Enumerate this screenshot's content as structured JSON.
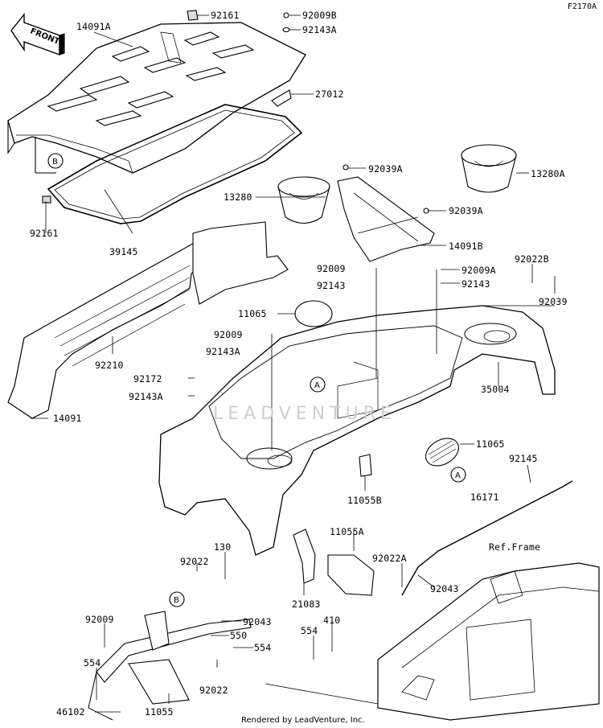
{
  "figure_id": "F2170A",
  "credit": "Rendered by LeadVenture, Inc.",
  "watermark": "LEADVENTURE",
  "front_marker": "FRONT",
  "ref_frame_label": "Ref.Frame",
  "callouts": {
    "a": "A",
    "b": "B"
  },
  "parts": {
    "p14091A": "14091A",
    "p92161_top": "92161",
    "p92009B": "92009B",
    "p92143A_top": "92143A",
    "p27012": "27012",
    "p92161_left": "92161",
    "p39145": "39145",
    "p13280": "13280",
    "p92039A_1": "92039A",
    "p13280A": "13280A",
    "p92039A_2": "92039A",
    "p14091B": "14091B",
    "p92009_mid": "92009",
    "p92009A": "92009A",
    "p92022B": "92022B",
    "p92143_mid": "92143",
    "p92143_right": "92143",
    "p92039": "92039",
    "p11065_top": "11065",
    "p92009_left": "92009",
    "p92143A_left": "92143A",
    "p92210": "92210",
    "p92172": "92172",
    "p92143A_low": "92143A",
    "p35004": "35004",
    "p14091": "14091",
    "p11065_low": "11065",
    "p92145": "92145",
    "p11055B": "11055B",
    "p16171": "16171",
    "p11055A": "11055A",
    "p130": "130",
    "p92022_top": "92022",
    "p92022A": "92022A",
    "p92043_right": "92043",
    "p21083": "21083",
    "p92009_low": "92009",
    "p92043_low": "92043",
    "p550": "550",
    "p554_right": "554",
    "p554_mid": "554",
    "p410": "410",
    "p554_left": "554",
    "p92022_low": "92022",
    "p46102": "46102",
    "p11055": "11055"
  }
}
